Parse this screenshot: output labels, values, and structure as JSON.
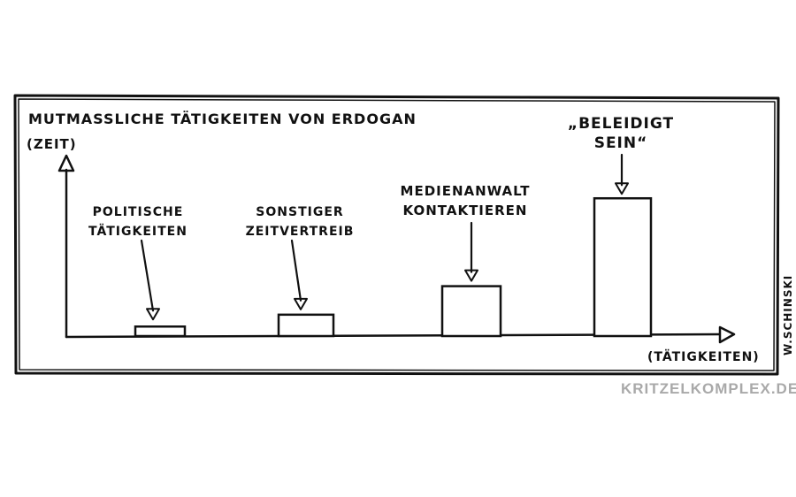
{
  "chart_data": {
    "type": "bar",
    "title": "MUTMASSLICHE TÄTIGKEITEN VON ERDOGAN",
    "ylabel": "(ZEIT)",
    "xlabel": "(TÄTIGKEITEN)",
    "categories": [
      [
        "POLITISCHE",
        "TÄTIGKEITEN"
      ],
      [
        "SONSTIGER",
        "ZEITVERTREIB"
      ],
      [
        "MEDIENANWALT",
        "KONTAKTIEREN"
      ],
      [
        "„BELEIDIGT",
        "SEIN“"
      ]
    ],
    "values": [
      4,
      9,
      21,
      58
    ],
    "ylim": [
      0,
      70
    ],
    "grid": false,
    "legend": "none"
  },
  "signature": "W.SCHINSKI",
  "site": "KRITZELKOMPLEX.DE",
  "colors": {
    "ink": "#111111",
    "background": "#ffffff",
    "watermark": "#a9a9a9"
  }
}
